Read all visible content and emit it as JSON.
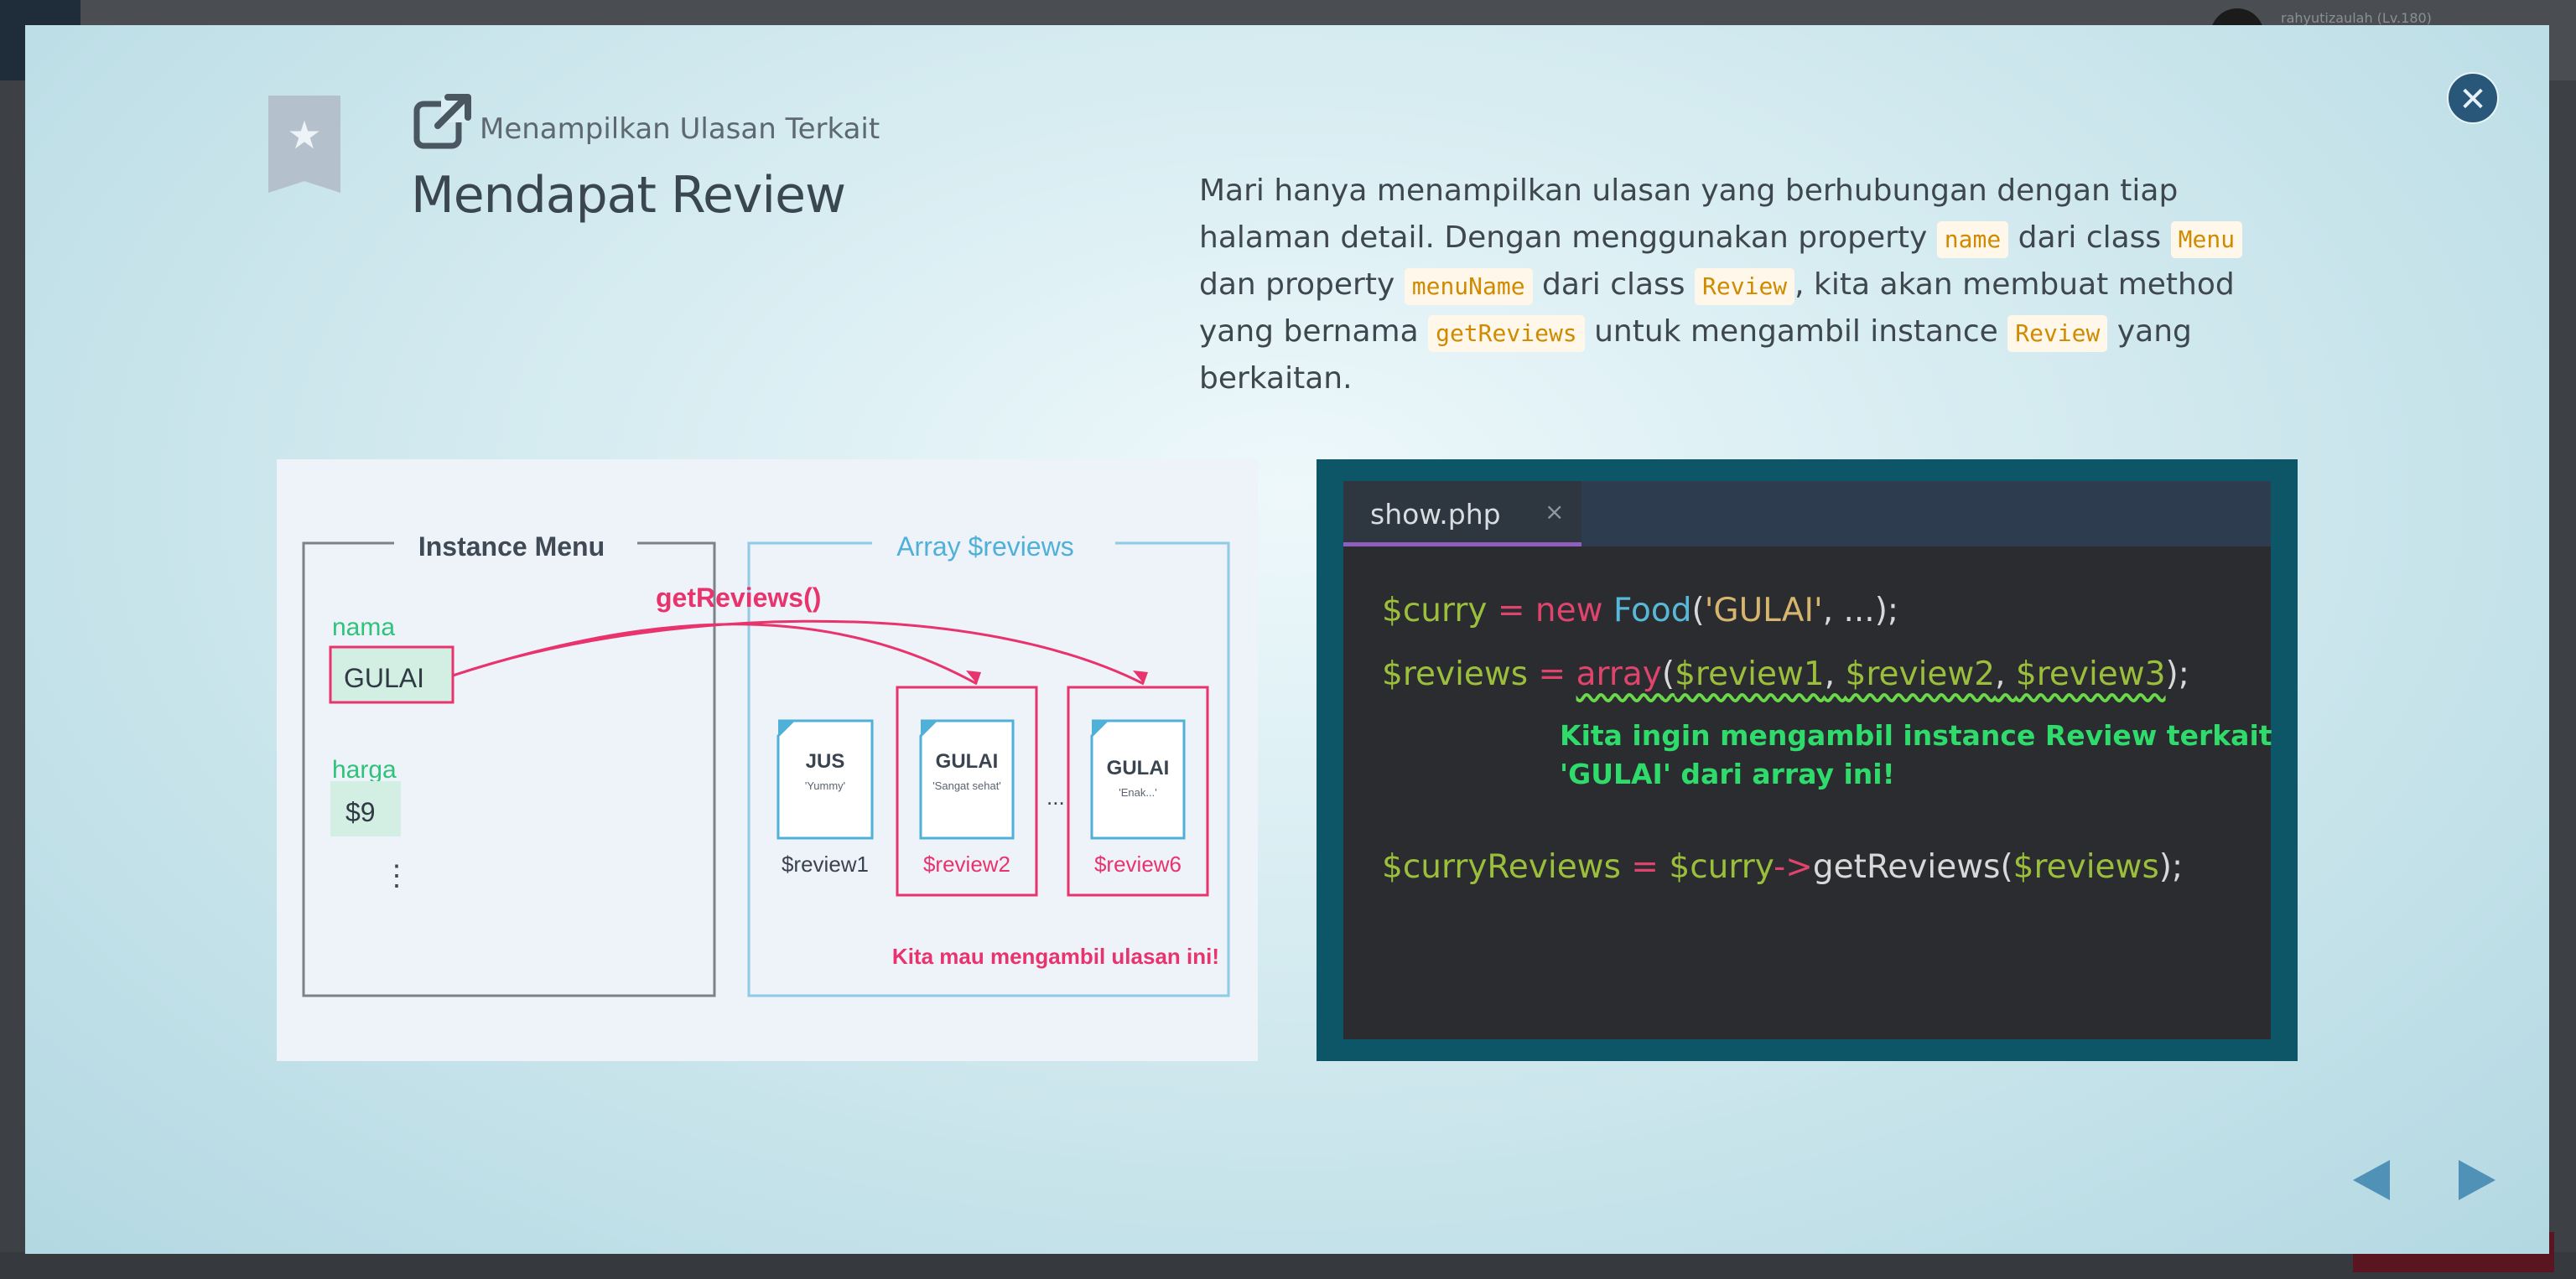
{
  "background": {
    "user_name": "rahyutizaulah (Lv.180)"
  },
  "header": {
    "subtitle": "Menampilkan Ulasan Terkait",
    "title": "Mendapat Review"
  },
  "description": {
    "p1": "Mari hanya menampilkan ulasan yang berhubungan dengan tiap halaman detail. Dengan menggunakan property ",
    "code1": "name",
    "p2": " dari class ",
    "code2": "Menu",
    "p3": " dan property ",
    "code3": "menuName",
    "p4": " dari class ",
    "code4": "Review",
    "p5": ", kita akan membuat method yang bernama ",
    "code5": "getReviews",
    "p6": " untuk mengambil instance ",
    "code6": "Review",
    "p7": " yang berkaitan."
  },
  "diagram": {
    "instance_menu_label": "Instance Menu",
    "array_label": "Array $reviews",
    "method_label": "getReviews()",
    "nama_label": "nama",
    "nama_value": "GULAI",
    "harga_label": "harga",
    "harga_value": "$9",
    "more_dots": "⋮",
    "ellipsis": "...",
    "reviews": [
      {
        "title": "JUS",
        "quote": "'Yummy'",
        "var": "$review1"
      },
      {
        "title": "GULAI",
        "quote": "'Sangat sehat'",
        "var": "$review2"
      },
      {
        "title": "GULAI",
        "quote": "'Enak...'",
        "var": "$review6"
      }
    ],
    "note": "Kita mau mengambil ulasan ini!"
  },
  "code_panel": {
    "tab": "show.php",
    "tab_close": "×",
    "line1": {
      "var": "$curry",
      "eq": " = ",
      "kw": "new",
      "cls": "Food",
      "p1": "(",
      "str": "'GULAI'",
      "rest": ", ...);"
    },
    "line2": {
      "var": "$reviews",
      "eq": " = ",
      "fn": "array",
      "p1": "(",
      "a1": "$review1",
      "c1": ", ",
      "a2": "$review2",
      "c2": ", ",
      "a3": "$review3",
      "end": ");"
    },
    "note1": "Kita ingin mengambil instance Review terkait",
    "note2": "'GULAI' dari array ini!",
    "line3": {
      "var": "$curryReviews",
      "eq": " = ",
      "obj": "$curry",
      "arrow": "->",
      "method": "getReviews",
      "p1": "(",
      "arg": "$reviews",
      "end": ");"
    }
  },
  "colors": {
    "accent_pink": "#e8336d",
    "accent_green": "#2fc27a",
    "accent_blue": "#4fb0d8",
    "close_button": "#285779"
  },
  "icons": {
    "bookmark": "bookmark-star-icon",
    "external": "external-link-icon",
    "close": "close-icon",
    "prev": "arrow-left-icon",
    "next": "arrow-right-icon"
  }
}
